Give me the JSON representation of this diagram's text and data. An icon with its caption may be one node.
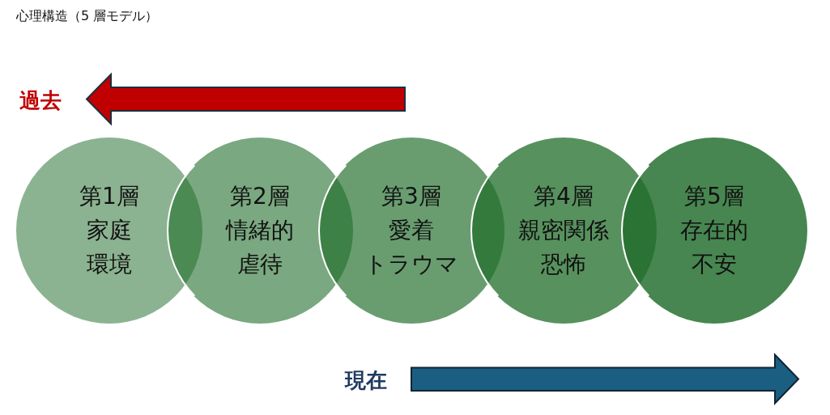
{
  "diagram": {
    "title": "心理構造（5 層モデル）",
    "nodes": [
      {
        "text": [
          "第1層",
          "家庭環境"
        ]
      },
      {
        "text": [
          "第2層",
          "情緒的虐待"
        ]
      },
      {
        "text": [
          "第3層",
          "愛着トラウマ"
        ]
      },
      {
        "text": [
          "第4層",
          "親密関係恐怖"
        ]
      },
      {
        "text": [
          "第5層",
          "存在的不安"
        ]
      }
    ],
    "labels": [
      "過去",
      "現在"
    ]
  }
}
